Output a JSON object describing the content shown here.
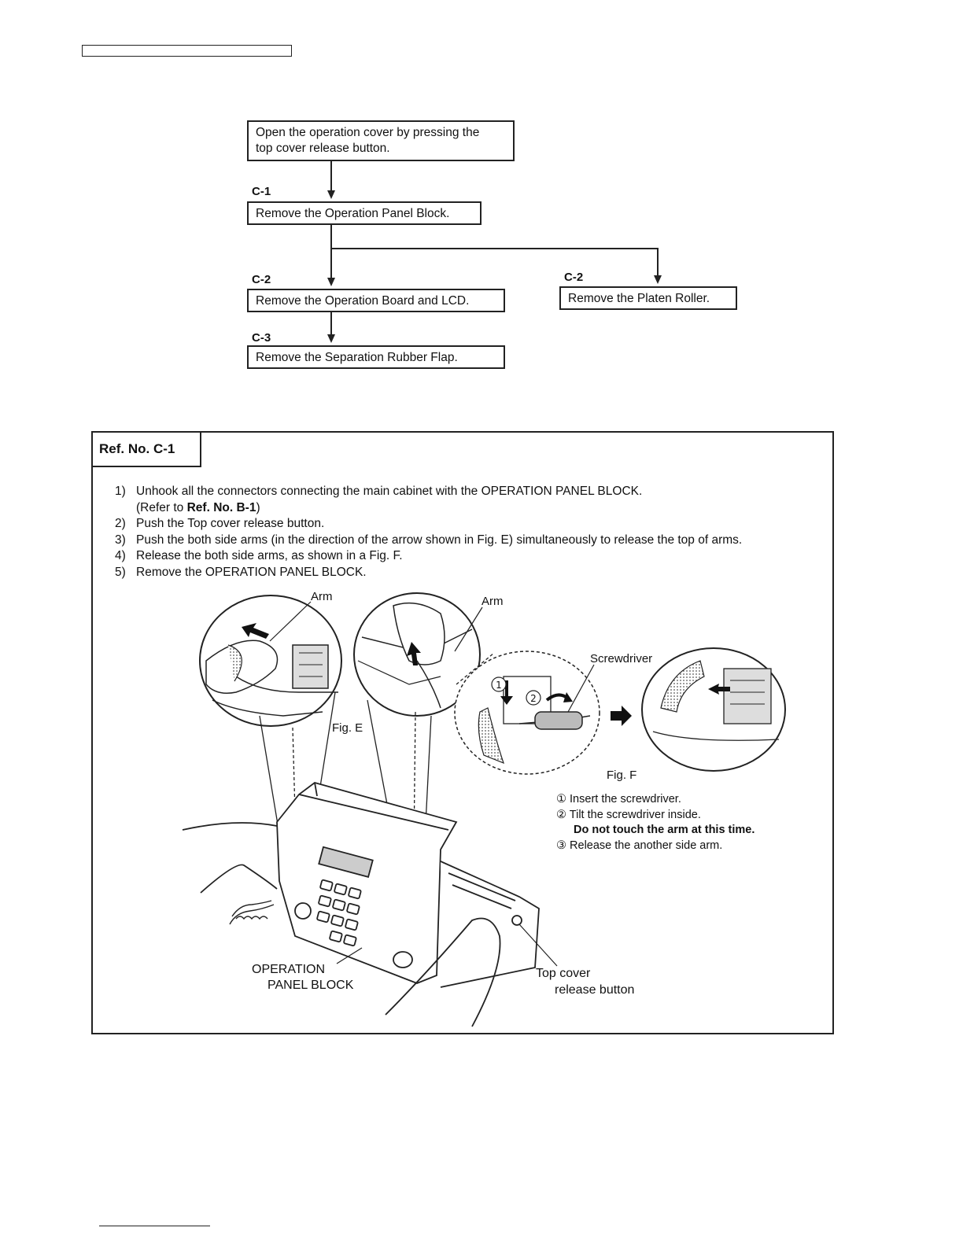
{
  "flowchart": {
    "start": "Open the operation cover by pressing the\ntop cover release button.",
    "c1": {
      "label": "C-1",
      "text": "Remove the Operation Panel Block."
    },
    "c2_left": {
      "label": "C-2",
      "text": "Remove the Operation Board and LCD."
    },
    "c2_right": {
      "label": "C-2",
      "text": "Remove the Platen Roller."
    },
    "c3": {
      "label": "C-3",
      "text": "Remove the Separation Rubber Flap."
    }
  },
  "ref": {
    "tab": "Ref. No.  C-1",
    "steps": [
      {
        "num": "1)",
        "text": "Unhook all the connectors connecting the main cabinet with the OPERATION PANEL BLOCK."
      },
      {
        "num": "",
        "prefix": "(Refer to ",
        "bold": "Ref. No. B-1",
        "suffix": ")"
      },
      {
        "num": "2)",
        "text": "Push the Top cover release button."
      },
      {
        "num": "3)",
        "text": "Push the both side arms (in the direction of the arrow shown in Fig. E) simultaneously to release the top of arms."
      },
      {
        "num": "4)",
        "text": "Release the both side arms, as shown in a Fig. F."
      },
      {
        "num": "5)",
        "text": "Remove the OPERATION  PANEL BLOCK."
      }
    ]
  },
  "figure": {
    "arm_left": "Arm",
    "arm_right": "Arm",
    "screwdriver": "Screwdriver",
    "fig_e": "Fig. E",
    "fig_f": "Fig. F",
    "fig_f_steps": [
      {
        "num": "①",
        "text": "Insert the screwdriver."
      },
      {
        "num": "②",
        "text": "Tilt the screwdriver inside."
      },
      {
        "num": "",
        "text": "Do not touch the arm at this time."
      },
      {
        "num": "③",
        "text": "Release the another side arm."
      }
    ],
    "op_panel_line1": "OPERATION",
    "op_panel_line2": "PANEL BLOCK",
    "top_cover_line1": "Top cover",
    "top_cover_line2": "release button"
  }
}
